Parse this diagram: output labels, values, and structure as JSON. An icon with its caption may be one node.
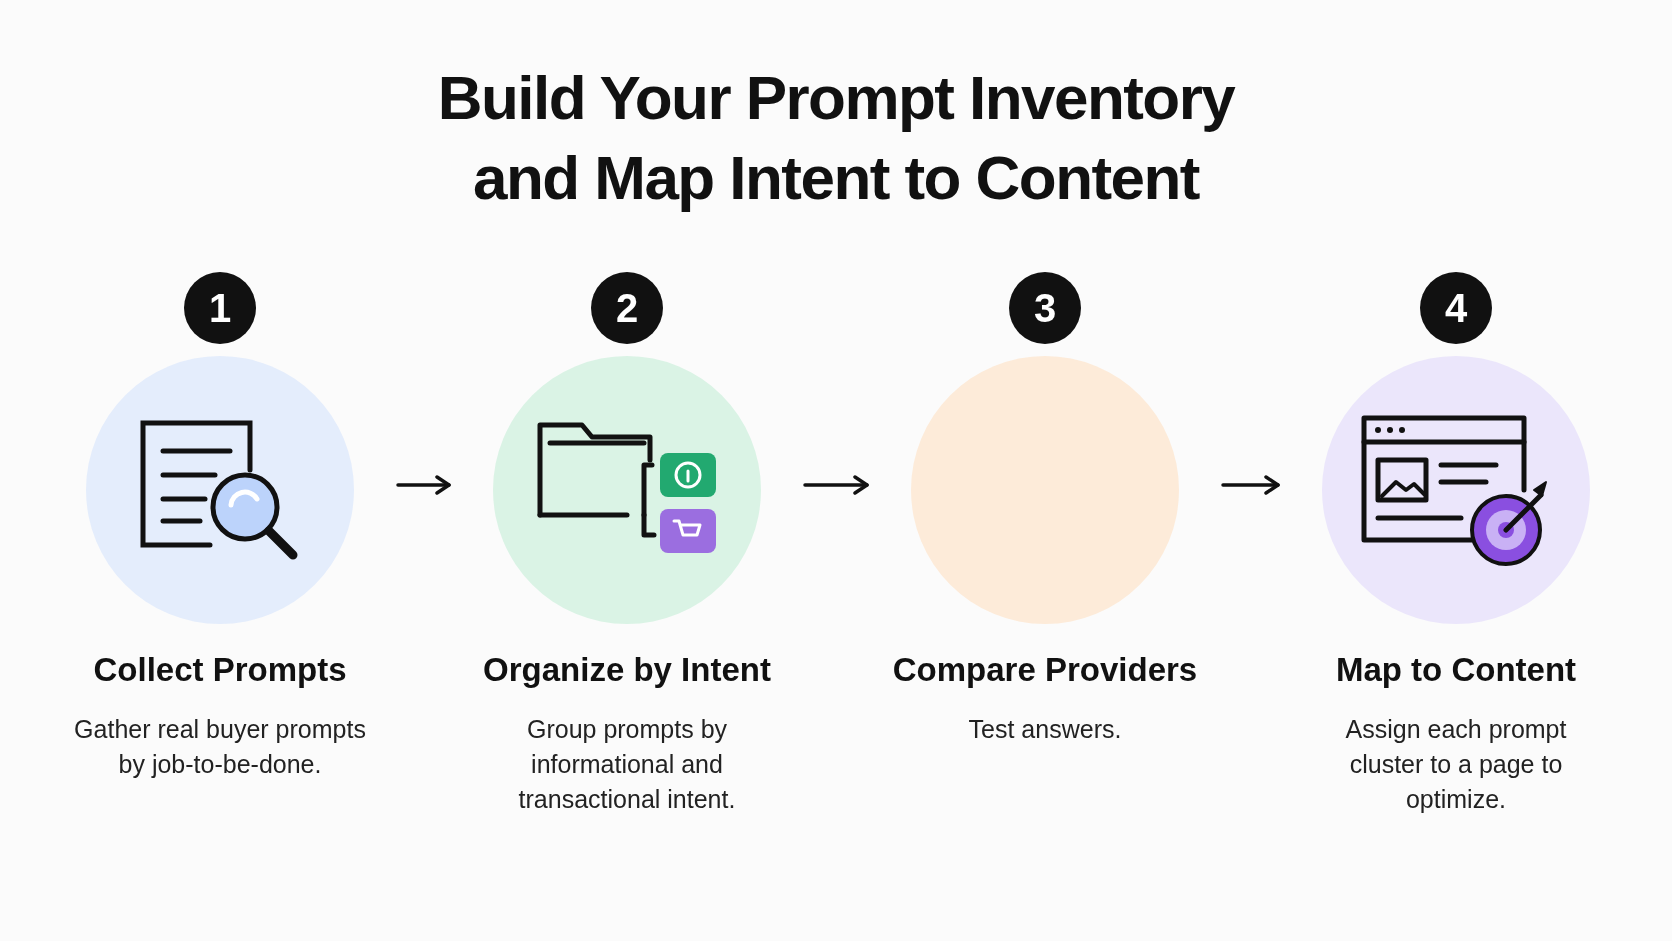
{
  "diagram": {
    "title": "Build Your Prompt Inventory and Map Intent to Content",
    "nodes": [
      {
        "text": [
          "Collect Prompts",
          "Gather real buyer prompts by job-to-be-done."
        ],
        "beside": [
          "1"
        ]
      },
      {
        "text": [
          "Organize by Intent",
          "Group prompts by informational and transactional intent."
        ],
        "beside": [
          "2"
        ]
      },
      {
        "text": [
          "Compare Providers",
          "Test answers."
        ],
        "beside": [
          "3"
        ]
      },
      {
        "text": [
          "Map to Content",
          "Assign each prompt cluster to a page to optimize."
        ],
        "beside": [
          "4"
        ]
      }
    ],
    "edges": [
      {
        "from": 0,
        "to": 1,
        "arrow": "to"
      },
      {
        "from": 1,
        "to": 2,
        "arrow": "to"
      },
      {
        "from": 2,
        "to": 3,
        "arrow": "to"
      }
    ]
  }
}
